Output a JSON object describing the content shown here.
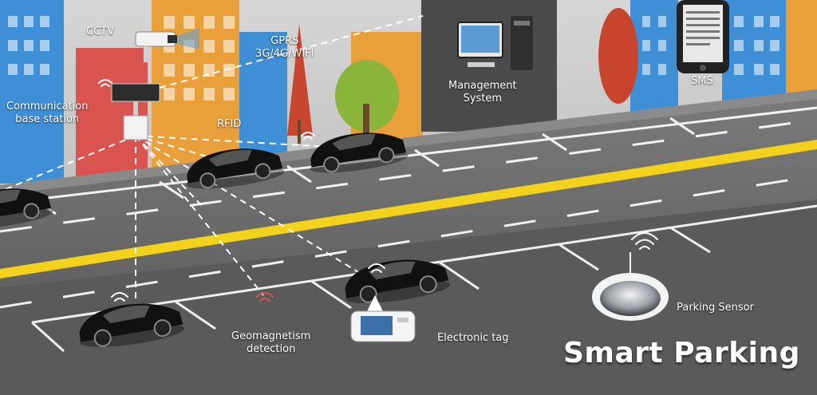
{
  "title": "Smart Parking",
  "labels": {
    "cctv": "CCTV",
    "gprs": "GPRS\n3G/4G/WIFI",
    "management": "Management\nSystem",
    "sms": "SMS",
    "base_station": "Communication\nbase station",
    "rfid": "RFID",
    "geomagnetism": "Geomagnetism\ndetection",
    "electronic_tag": "Electronic tag",
    "parking_sensor": "Parking Sensor"
  },
  "colors": {
    "road": "#6b6b6b",
    "median": "#f2d21b",
    "sky": "#c9c9c9",
    "building_blue": "#3f8fd6",
    "building_orange": "#e9a03a",
    "building_red": "#d9534f",
    "tree_green": "#8ab43a",
    "tower_red": "#c6462f"
  },
  "icons": [
    "cctv-camera-icon",
    "base-station-icon",
    "server-icon",
    "phone-icon",
    "wifi-icon",
    "car-icon",
    "electronic-tag-icon",
    "parking-sensor-icon"
  ]
}
